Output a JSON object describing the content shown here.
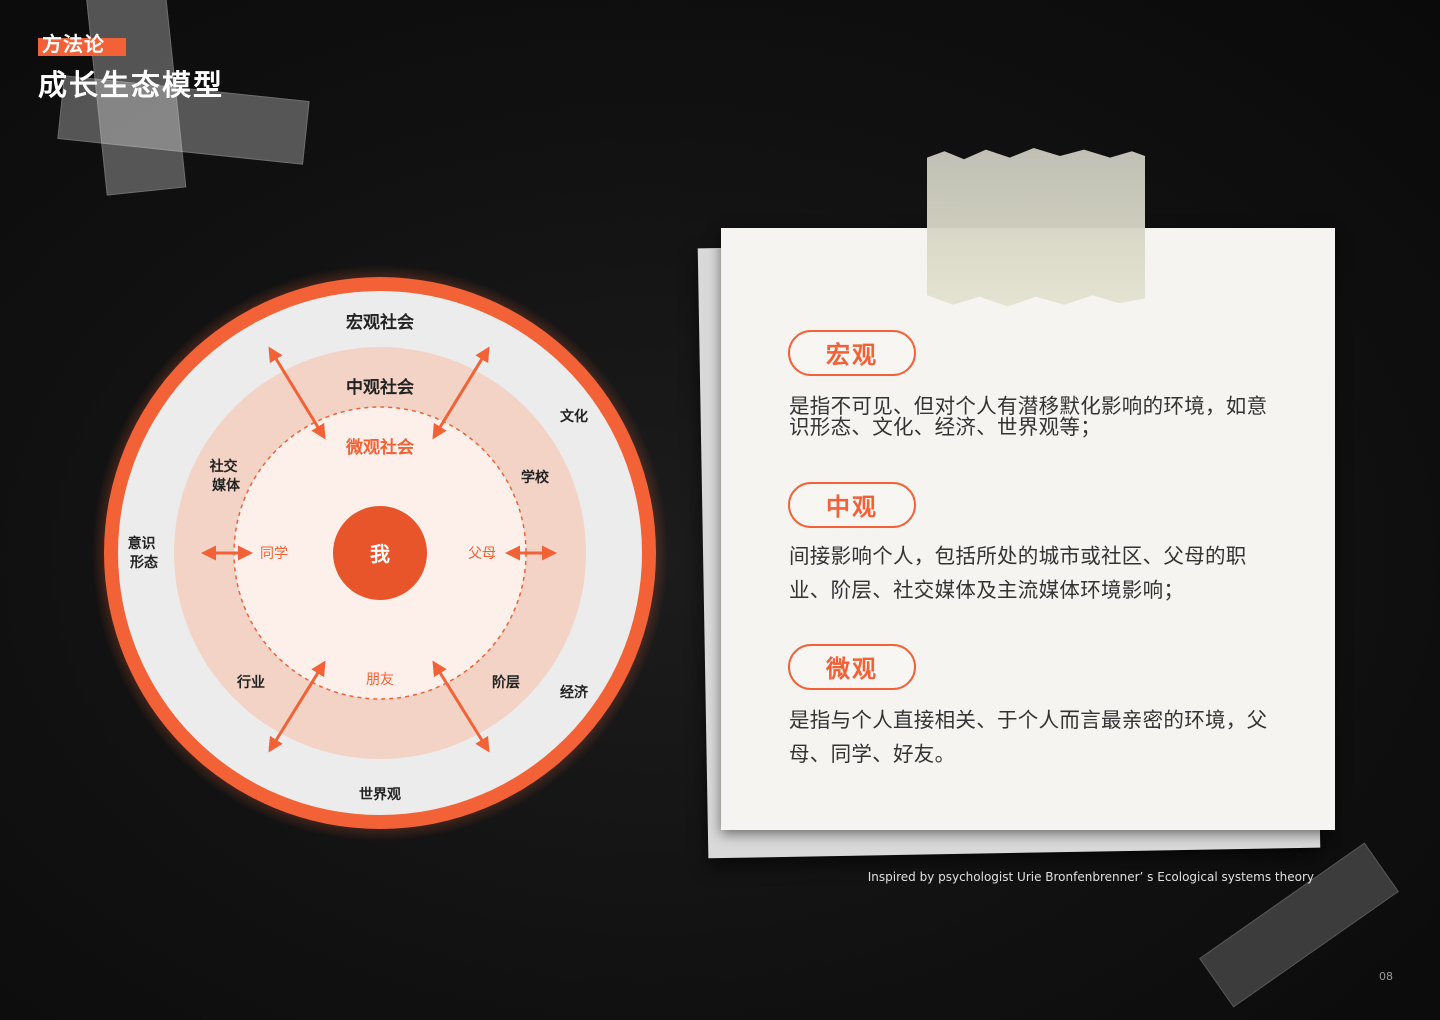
{
  "header": {
    "tag": "方法论",
    "title": "成长生态模型"
  },
  "diagram": {
    "rings": {
      "macro": "宏观社会",
      "meso": "中观社会",
      "micro": "微观社会",
      "center": "我"
    },
    "macro_items": [
      "文化",
      "意识\n形态",
      "经济",
      "世界观"
    ],
    "meso_items": [
      "社交\n媒体",
      "学校",
      "行业",
      "阶层"
    ],
    "micro_items": [
      "同学",
      "父母",
      "朋友"
    ],
    "colors": {
      "accent": "#f26236",
      "outer_ring": "#ececec",
      "meso_ring": "#f3d3c6",
      "micro_ring": "#fdf0eb",
      "center": "#e8552b"
    }
  },
  "note": {
    "sections": [
      {
        "label": "宏观",
        "text": "是指不可见、但对个人有潜移默化影响的环境，如意识形态、文化、经济、世界观等；"
      },
      {
        "label": "中观",
        "text": "间接影响个人，包括所处的城市或社区、父母的职业、阶层、社交媒体及主流媒体环境影响；"
      },
      {
        "label": "微观",
        "text": "是指与个人直接相关、于个人而言最亲密的环境，父母、同学、好友。"
      }
    ]
  },
  "footer": {
    "credit": "Inspired by psychologist Urie Bronfenbrenner’ s Ecological systems theory",
    "page": "08"
  }
}
